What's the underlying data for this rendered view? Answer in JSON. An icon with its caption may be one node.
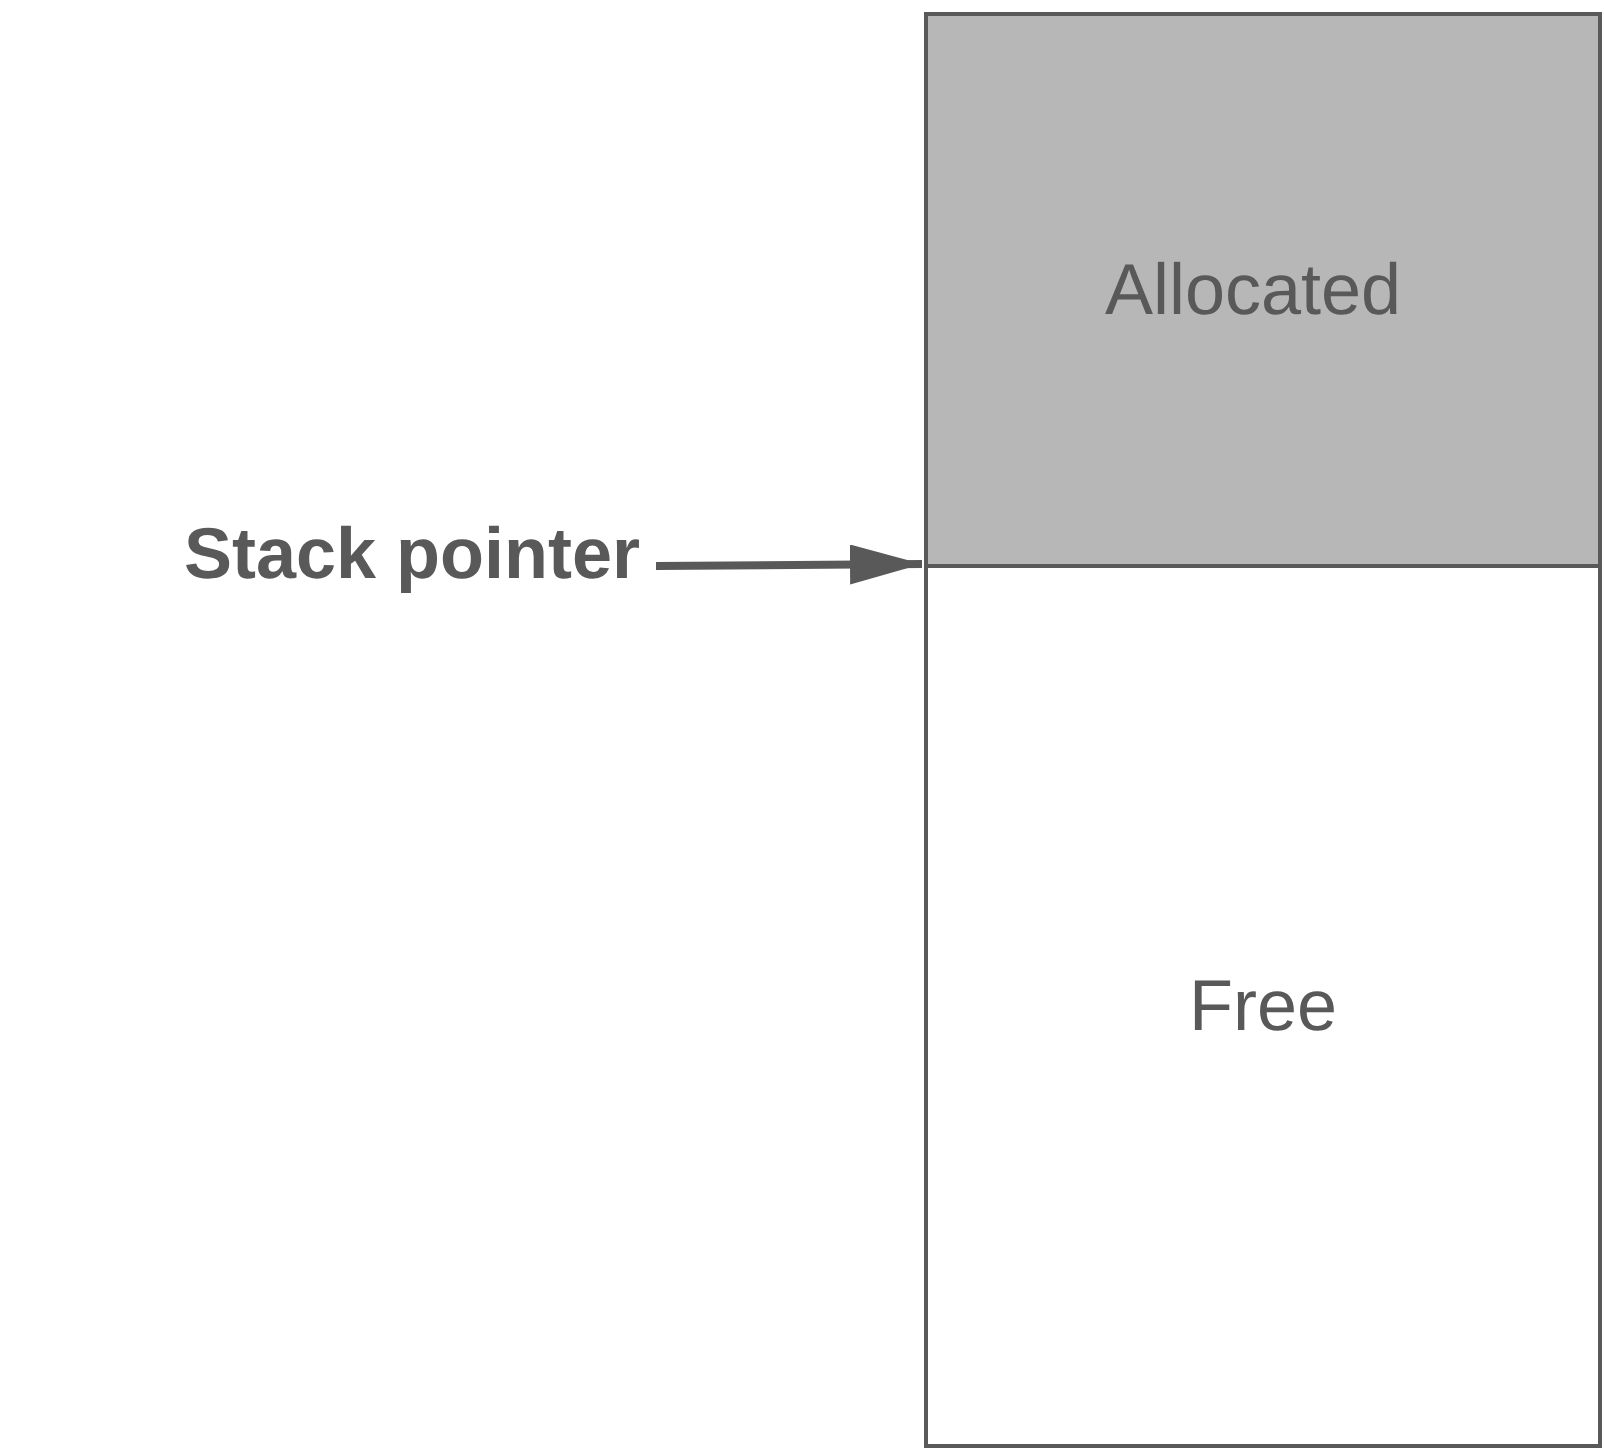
{
  "diagram": {
    "nodes": [
      {
        "text": [
          "Stack pointer"
        ]
      },
      {
        "text": [
          "Allocated"
        ]
      },
      {
        "text": [
          "Free"
        ]
      }
    ],
    "edges": [
      {
        "from": 0,
        "to": 1,
        "arrow": "to"
      }
    ]
  }
}
